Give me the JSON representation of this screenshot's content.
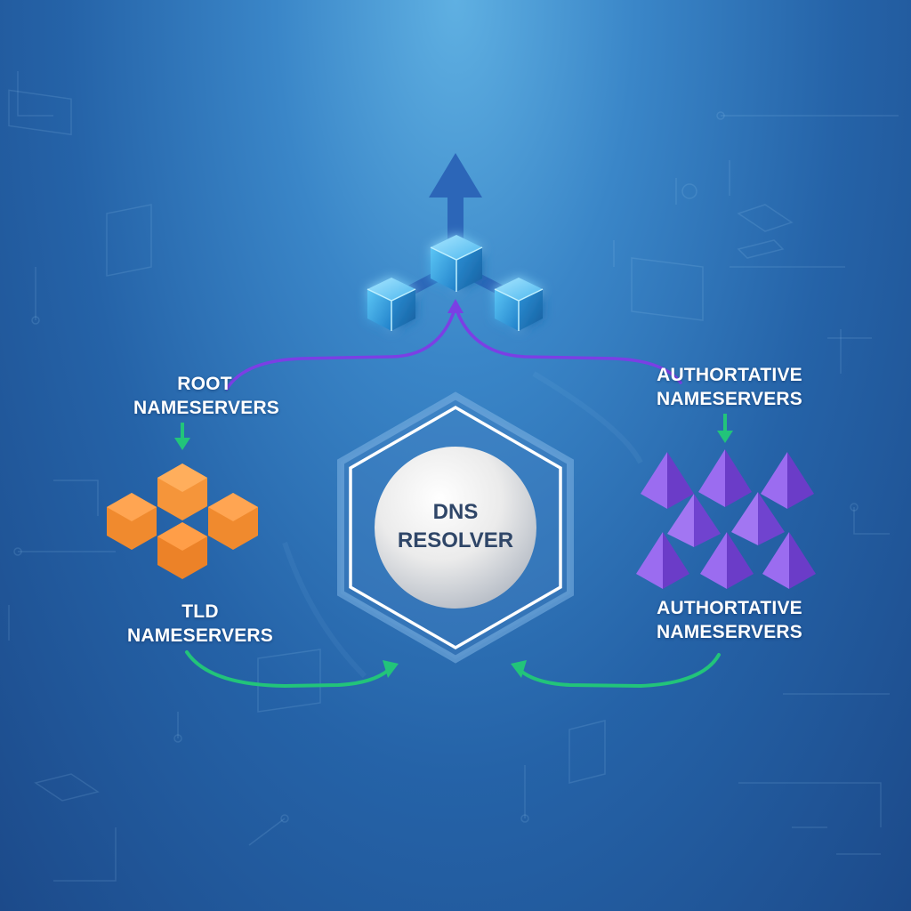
{
  "colors": {
    "background_top": "#5fb0e2",
    "background_bottom": "#1c4a8a",
    "purple_connector": "#7b3fe4",
    "green_connector": "#22c47a",
    "orange_hexagons": "#f08a2e",
    "purple_pyramids": "#8a5ae0",
    "blue_cubes": "#3fa9e8",
    "up_arrow": "#2c66b8",
    "resolver_sphere": "#f2f2f2",
    "resolver_text": "#2f4668"
  },
  "icons": {
    "top": "cube-network-icon",
    "root": "down-arrow-icon",
    "tld": "orange-hexagon-cluster-icon",
    "authoritative": "purple-pyramid-cluster-icon",
    "resolver": "sphere-in-hexagon-icon"
  },
  "nodes": {
    "root": {
      "line1": "ROOT",
      "line2": "NAMESERVERS"
    },
    "tld": {
      "line1": "TLD",
      "line2": "NAMESERVERS"
    },
    "authoritative_top": {
      "line1": "AUTHORTATIVE",
      "line2": "NAMESERVERS"
    },
    "authoritative_bottom": {
      "line1": "AUTHORTATIVE",
      "line2": "NAMESERVERS"
    },
    "resolver": {
      "line1": "DNS",
      "line2": "RESOLVER"
    }
  }
}
